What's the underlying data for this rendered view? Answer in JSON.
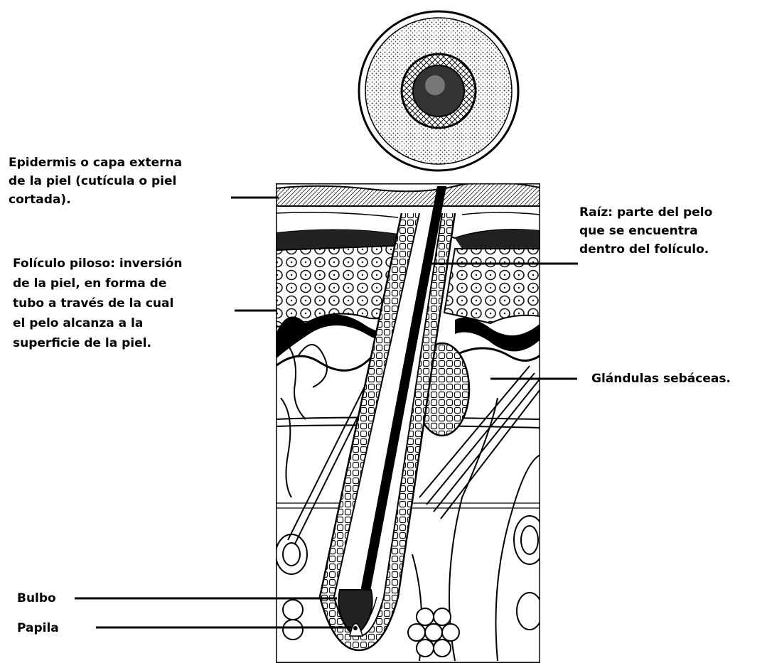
{
  "labels": {
    "epidermis": [
      "Epidermis o capa externa",
      "de la piel (cutícula o piel",
      "cortada)."
    ],
    "foliculo": [
      "Folículo piloso: inversión",
      "de la piel, en forma de",
      "tubo a través de la cual",
      "el pelo alcanza a la",
      "superficie de la piel."
    ],
    "raiz": [
      "Raíz: parte del pelo",
      "que se encuentra",
      "dentro del folículo."
    ],
    "glandulas": [
      "Glándulas sebáceas."
    ],
    "bulbo": [
      "Bulbo"
    ],
    "papila": [
      "Papila"
    ]
  },
  "colors": {
    "ink": "#000000",
    "paper": "#ffffff"
  }
}
